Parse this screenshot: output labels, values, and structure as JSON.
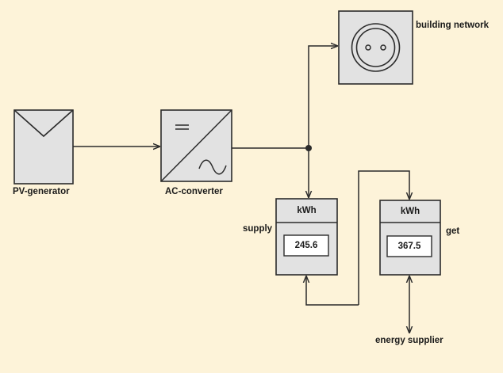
{
  "labels": {
    "pv_generator": "PV-generator",
    "ac_converter": "AC-converter",
    "building_network": "building network",
    "supply": "supply",
    "get": "get",
    "energy_supplier": "energy supplier"
  },
  "meters": {
    "supply": {
      "unit": "kWh",
      "value": "245.6"
    },
    "get": {
      "unit": "kWh",
      "value": "367.5"
    }
  },
  "colors": {
    "background": "#fdf3d9",
    "box_fill": "#e2e2e2",
    "stroke": "#2b2b2b"
  }
}
